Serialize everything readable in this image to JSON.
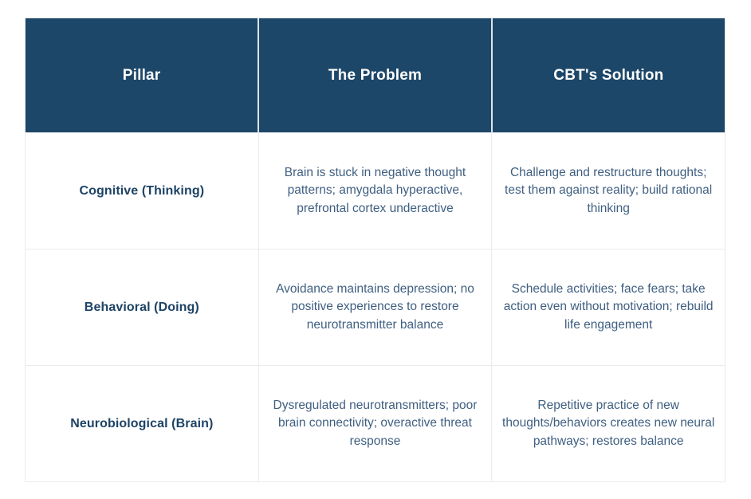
{
  "table": {
    "columns": [
      {
        "label": "Pillar"
      },
      {
        "label": "The Problem"
      },
      {
        "label": "CBT's Solution"
      }
    ],
    "rows": [
      {
        "pillar": "Cognitive (Thinking)",
        "problem": "Brain is stuck in negative thought patterns; amygdala hyperactive, prefrontal cortex underactive",
        "solution": "Challenge and restructure thoughts; test them against reality; build rational thinking"
      },
      {
        "pillar": "Behavioral (Doing)",
        "problem": "Avoidance maintains depression; no positive experiences to restore neurotransmitter balance",
        "solution": "Schedule activities; face fears; take action even without motivation; rebuild life engagement"
      },
      {
        "pillar": "Neurobiological (Brain)",
        "problem": "Dysregulated neurotransmitters; poor brain connectivity; overactive threat response",
        "solution": "Repetitive practice of new thoughts/behaviors creates new neural pathways; restores balance"
      }
    ],
    "colors": {
      "header_bg": "#1d4769",
      "header_text": "#ffffff",
      "pillar_text": "#1d4365",
      "body_text": "#3f5f81",
      "border": "#ebebeb",
      "page_background": "#ffffff"
    }
  }
}
